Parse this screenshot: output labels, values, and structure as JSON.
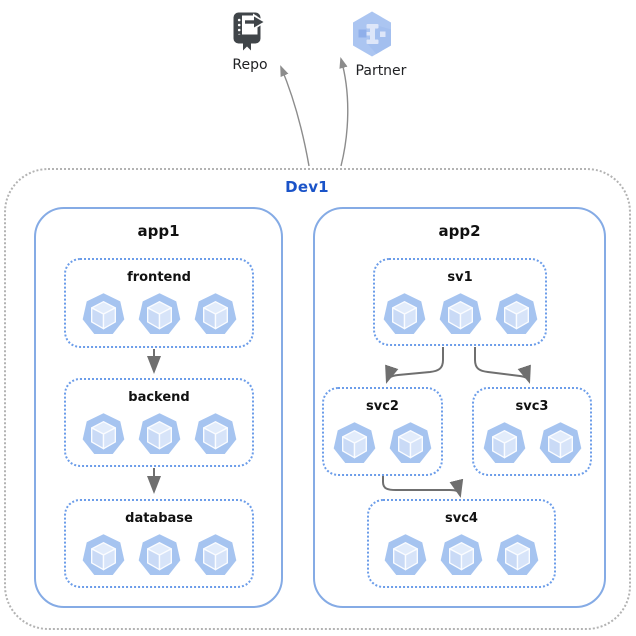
{
  "diagram": {
    "type": "cloud-architecture",
    "external_nodes": [
      {
        "id": "repo",
        "label": "Repo",
        "icon": "source-repository-icon"
      },
      {
        "id": "partner",
        "label": "Partner",
        "icon": "partner-hexagon-icon"
      }
    ],
    "environment": {
      "label": "Dev1",
      "apps": [
        {
          "label": "app1",
          "services": [
            {
              "label": "frontend",
              "pods": 3
            },
            {
              "label": "backend",
              "pods": 3
            },
            {
              "label": "database",
              "pods": 3
            }
          ],
          "flows": [
            [
              "frontend",
              "backend"
            ],
            [
              "backend",
              "database"
            ]
          ]
        },
        {
          "label": "app2",
          "services": [
            {
              "label": "sv1",
              "pods": 3
            },
            {
              "label": "svc2",
              "pods": 2
            },
            {
              "label": "svc3",
              "pods": 2
            },
            {
              "label": "svc4",
              "pods": 3
            }
          ],
          "flows": [
            [
              "sv1",
              "svc2"
            ],
            [
              "sv1",
              "svc3"
            ],
            [
              "svc2",
              "svc4"
            ]
          ]
        }
      ],
      "outbound_links": [
        [
          "Dev1",
          "Repo"
        ],
        [
          "Dev1",
          "Partner"
        ]
      ]
    },
    "colors": {
      "env_label": "#1a53c8",
      "env_border": "#b3b3b3",
      "app_border": "#85abe5",
      "service_border": "#6c9de9",
      "pod_fill": "#a6c4f0",
      "arrow_dark": "#6f6f6f",
      "arrow_thin": "#8c8c8c",
      "repo_icon": "#404549",
      "partner_hex": "#abc5f1"
    }
  }
}
